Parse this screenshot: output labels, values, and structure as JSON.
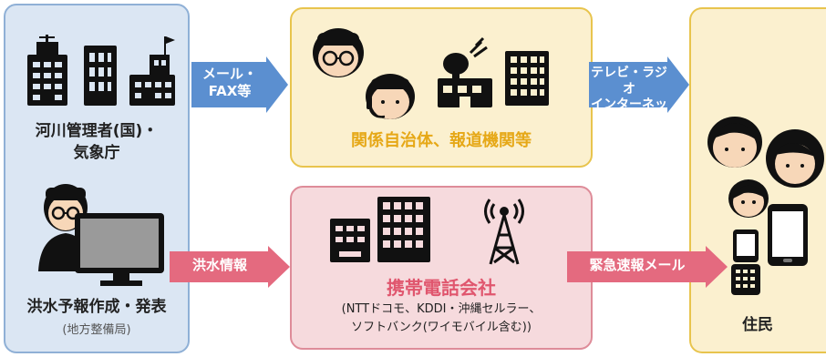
{
  "river_box": {
    "agency_label": "河川管理者(国)・\n気象庁",
    "forecast_label": "洪水予報作成・発表",
    "forecast_sub": "(地方整備局)"
  },
  "media_box": {
    "label": "関係自治体、報道機関等"
  },
  "mobile_box": {
    "label": "携帯電話会社",
    "carriers": "(NTTドコモ、KDDI・沖縄セルラー、\nソフトバンク(ワイモバイル含む))"
  },
  "resident_box": {
    "label": "住民"
  },
  "arrows": {
    "mail_fax": "メール・\nFAX等",
    "tv_radio": "テレビ・ラジオ\nインターネット等",
    "flood_info": "洪水情報",
    "emergency_mail": "緊急速報メール"
  },
  "colors": {
    "blue_arrow": "#5b8fd0",
    "pink_arrow": "#e46a7f",
    "media_text": "#e6a817",
    "mobile_text": "#e0566e"
  }
}
